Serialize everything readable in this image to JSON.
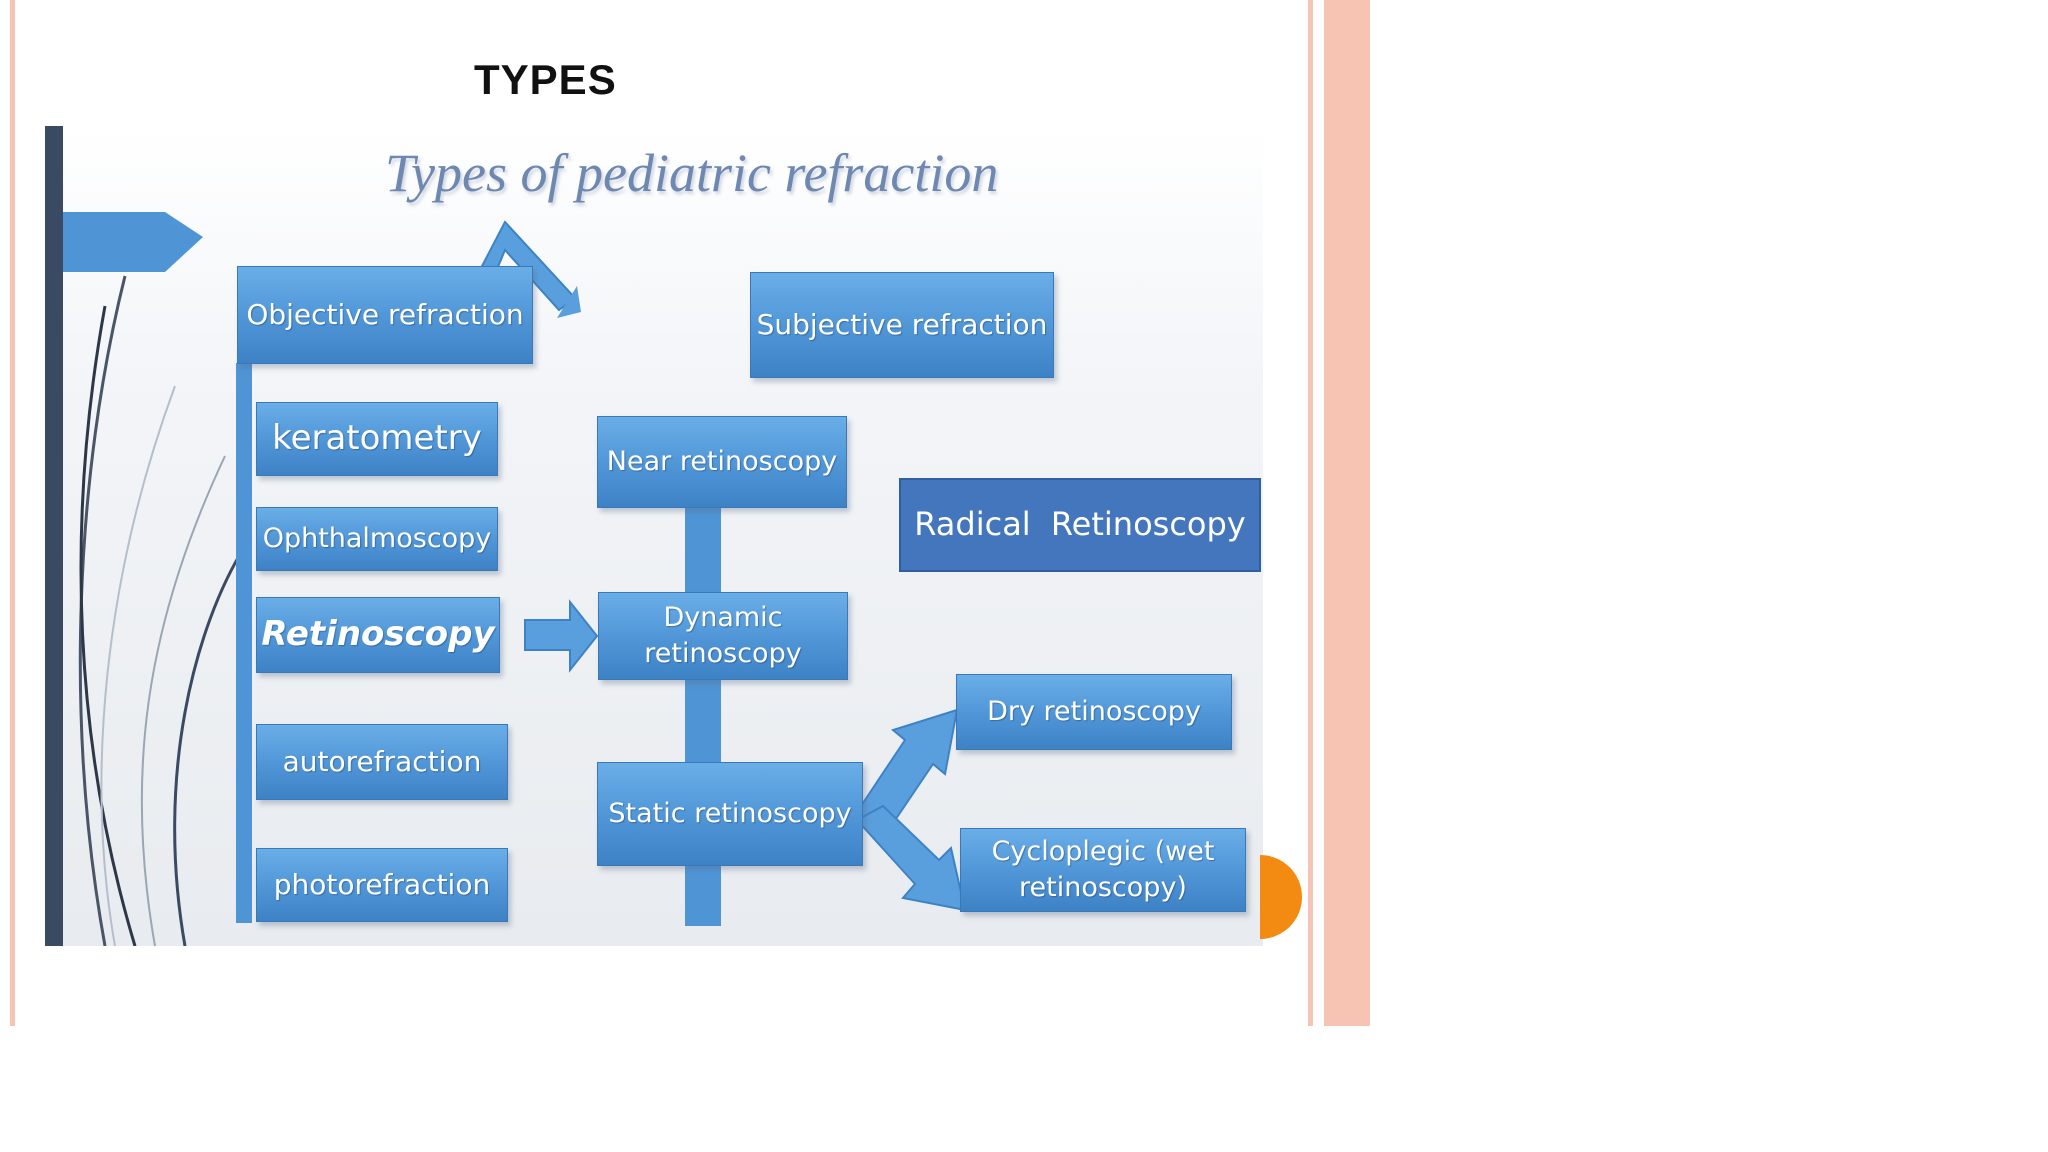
{
  "slide": {
    "heading": "TYPES"
  },
  "diagram": {
    "title": "Types of pediatric refraction",
    "objective": {
      "label": "Objective refraction",
      "items": [
        "keratometry",
        "Ophthalmoscopy",
        "Retinoscopy",
        "autorefraction",
        "photorefraction"
      ]
    },
    "subjective": {
      "label": "Subjective refraction"
    },
    "retinoscopy_types": {
      "near": "Near retinoscopy",
      "dynamic": "Dynamic retinoscopy",
      "static": "Static retinoscopy",
      "dry": "Dry retinoscopy",
      "cycloplegic": "Cycloplegic (wet retinoscopy)"
    },
    "radical": "Radical Retinoscopy"
  },
  "colors": {
    "box_blue": "#5099d9",
    "dark_blue": "#4376bc",
    "title_blue": "#6e88b2",
    "accent_pink": "#f7c3b2",
    "accent_orange": "#f38a12",
    "side_bar": "#3a4a63"
  }
}
